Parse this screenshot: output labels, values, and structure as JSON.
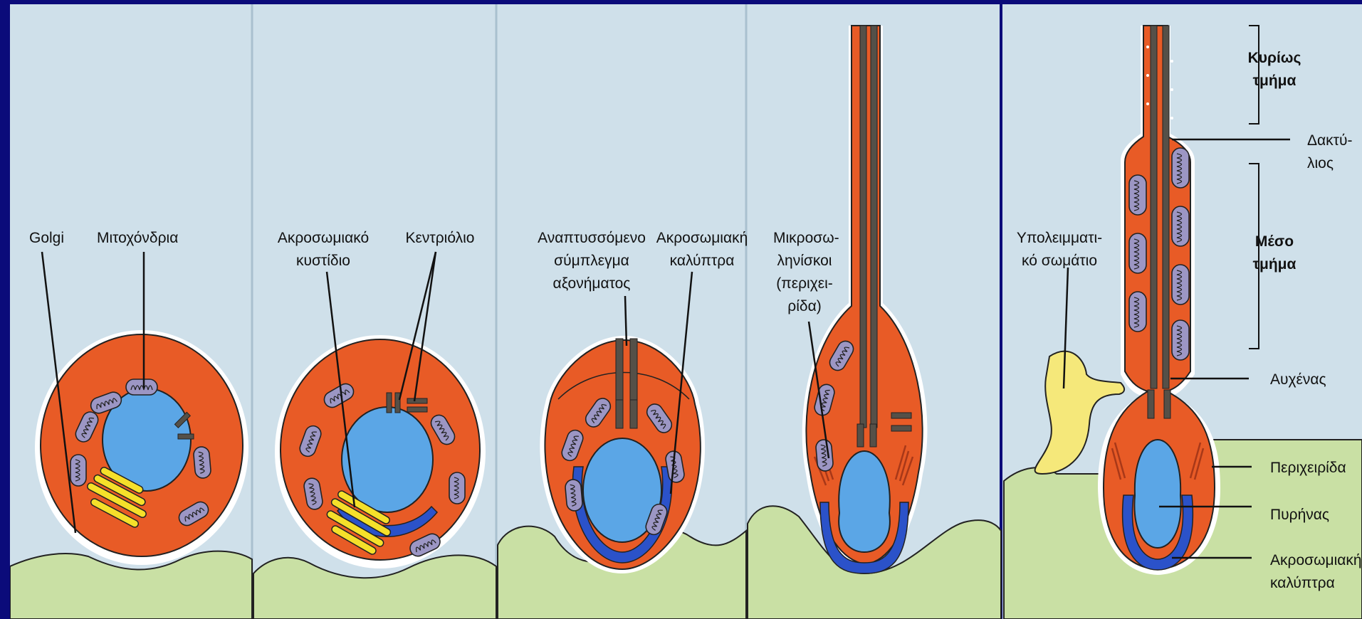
{
  "colors": {
    "frame": "#0b0b7a",
    "background": "#cfe0ea",
    "cytoplasm": "#e85b26",
    "nucleus": "#5ba6e6",
    "acrosome": "#2b52c9",
    "golgi": "#f5e02a",
    "mitochondria": "#9c96c4",
    "sertoli": "#c9e0a4",
    "axoneme": "#555048"
  },
  "stages": [
    {
      "labels": [
        "Golgi",
        "Μιτοχόνδρια"
      ]
    },
    {
      "labels": [
        "Ακροσωμιακό κυστίδιο",
        "Κεντριόλιο"
      ]
    },
    {
      "labels": [
        "Αναπτυσσόμενο σύμπλεγμα αξονήματος",
        "Ακροσωμιακή καλύπτρα"
      ]
    },
    {
      "labels": [
        "Μικροσω-λη­νίσκοι (περιχει-ρίδα)"
      ]
    },
    {
      "labels": [
        "Υπολειμματι-κό σωμάτιο",
        "Κυρίως τμήμα",
        "Δακτύ-λιος",
        "Μέσο τμήμα",
        "Αυχένας",
        "Περιχειρίδα",
        "Πυρήνας",
        "Ακροσωμιακή καλύπτρα"
      ]
    }
  ],
  "labels": {
    "golgi": "Golgi",
    "mito": "Μιτοχόνδρια",
    "acro_vesicle_1": "Ακροσωμιακό",
    "acro_vesicle_2": "κυστίδιο",
    "centriole": "Κεντριόλιο",
    "axoneme_1": "Αναπτυσσόμενο",
    "axoneme_2": "σύμπλεγμα",
    "axoneme_3": "αξονήματος",
    "acro_cap_1": "Ακροσωμιακή",
    "acro_cap_2": "καλύπτρα",
    "microtub_1": "Μικροσω-",
    "microtub_2": "λη­νίσκοι",
    "microtub_3": "(περιχει-",
    "microtub_4": "ρίδα)",
    "residual_1": "Υπολειμματι-",
    "residual_2": "κό σωμάτιο",
    "principal_1": "Κυρίως",
    "principal_2": "τμήμα",
    "annulus_1": "Δακτύ-",
    "annulus_2": "λιος",
    "middle_1": "Μέσο",
    "middle_2": "τμήμα",
    "neck": "Αυχένας",
    "manchette": "Περιχειρίδα",
    "nucleus": "Πυρήνας",
    "acro_cap_final_1": "Ακροσωμιακή",
    "acro_cap_final_2": "καλύπτρα"
  }
}
